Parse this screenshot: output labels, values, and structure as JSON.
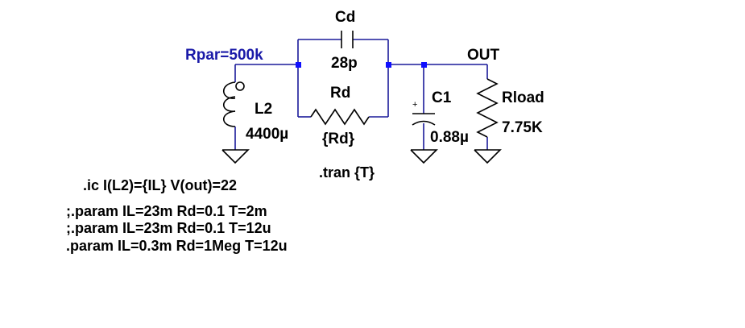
{
  "components": {
    "cd": {
      "name": "Cd",
      "value": "28p"
    },
    "rd": {
      "name": "Rd",
      "value": "{Rd}"
    },
    "l2": {
      "name": "L2",
      "value": "4400µ"
    },
    "c1": {
      "name": "C1",
      "value": "0.88µ",
      "polarity_mark": "+"
    },
    "rload": {
      "name": "Rload",
      "value": "7.75K"
    }
  },
  "labels": {
    "rpar": "Rpar=500k",
    "out": "OUT"
  },
  "directives": {
    "tran": ".tran {T}",
    "ic": ".ic I(L2)={IL} V(out)=22",
    "params": [
      ";.param IL=23m Rd=0.1 T=2m",
      ";.param IL=23m Rd=0.1 T=12u",
      ".param IL=0.3m Rd=1Meg T=12u"
    ]
  },
  "colors": {
    "wire": "#1a1a9a",
    "junction": "#1010ff",
    "net_label_blue": "#1a1aa8",
    "component": "#000000"
  }
}
